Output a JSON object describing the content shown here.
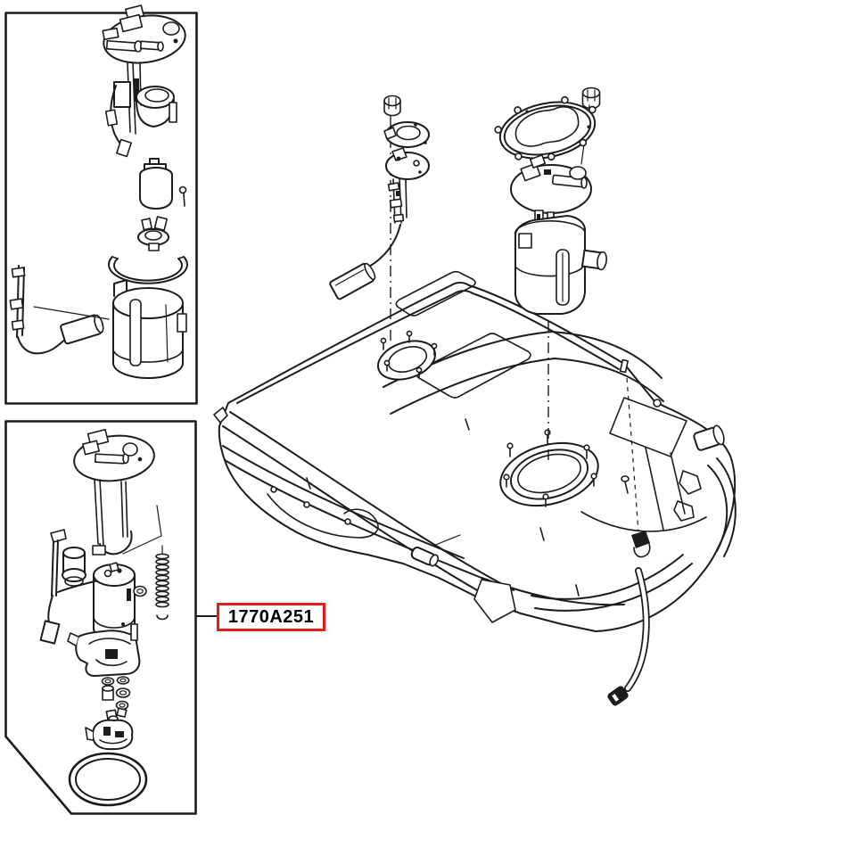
{
  "colors": {
    "background": "#ffffff",
    "line": "#1c1c1c",
    "callout_red": "#e41b17",
    "callout_text": "#000000"
  },
  "callout": {
    "part_number": "1770A251"
  },
  "figures": {
    "inset_top": "fuel-pump-module-exploded-view",
    "inset_bottom": "fuel-pump-module-components-exploded-view",
    "main": "fuel-tank-with-sender-and-pump-assemblies"
  }
}
